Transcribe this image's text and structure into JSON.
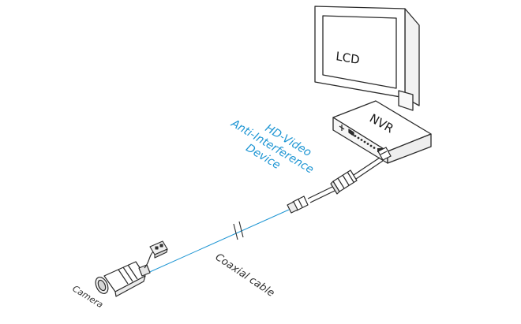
{
  "labels": {
    "monitor": "LCD",
    "recorder": "NVR",
    "device_line1": "HD-Video",
    "device_line2": "Anti-Interference",
    "device_line3": "Device",
    "cable": "Coaxial cable",
    "camera": "Camera"
  },
  "colors": {
    "cable": "#1d95d3",
    "stroke": "#2a2a2a",
    "accent_text": "#1d95d3"
  }
}
